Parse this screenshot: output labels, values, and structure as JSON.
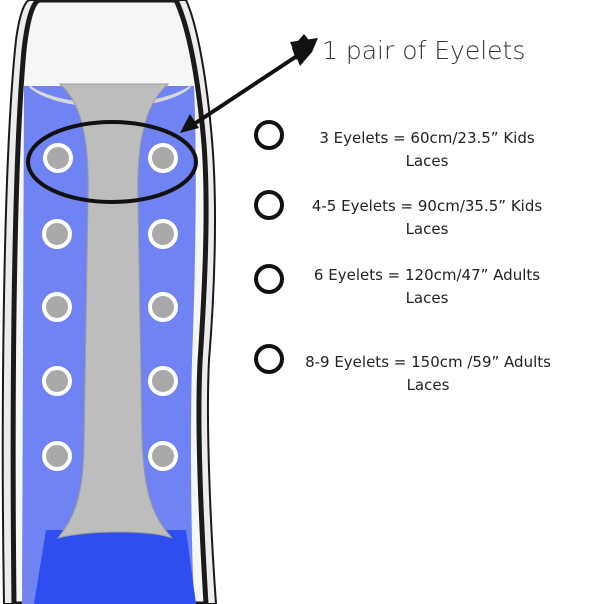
{
  "title": "1 pair of Eyelets",
  "entries": [
    {
      "line1": "3 Eyelets = 60cm/23.5” Kids",
      "line2": "Laces"
    },
    {
      "line1": "4-5 Eyelets = 90cm/35.5” Kids",
      "line2": "Laces"
    },
    {
      "line1": "6 Eyelets = 120cm/47” Adults",
      "line2": "Laces"
    },
    {
      "line1": "8-9 Eyelets = 150cm /59” Adults",
      "line2": "Laces"
    }
  ],
  "colors": {
    "panel_blue": "#6f83f2",
    "toe_blue": "#2f4ef0",
    "tongue_gray": "#bdbdbd",
    "eyelet_fill": "#a9a9a9",
    "outline": "#1a1a1a"
  }
}
